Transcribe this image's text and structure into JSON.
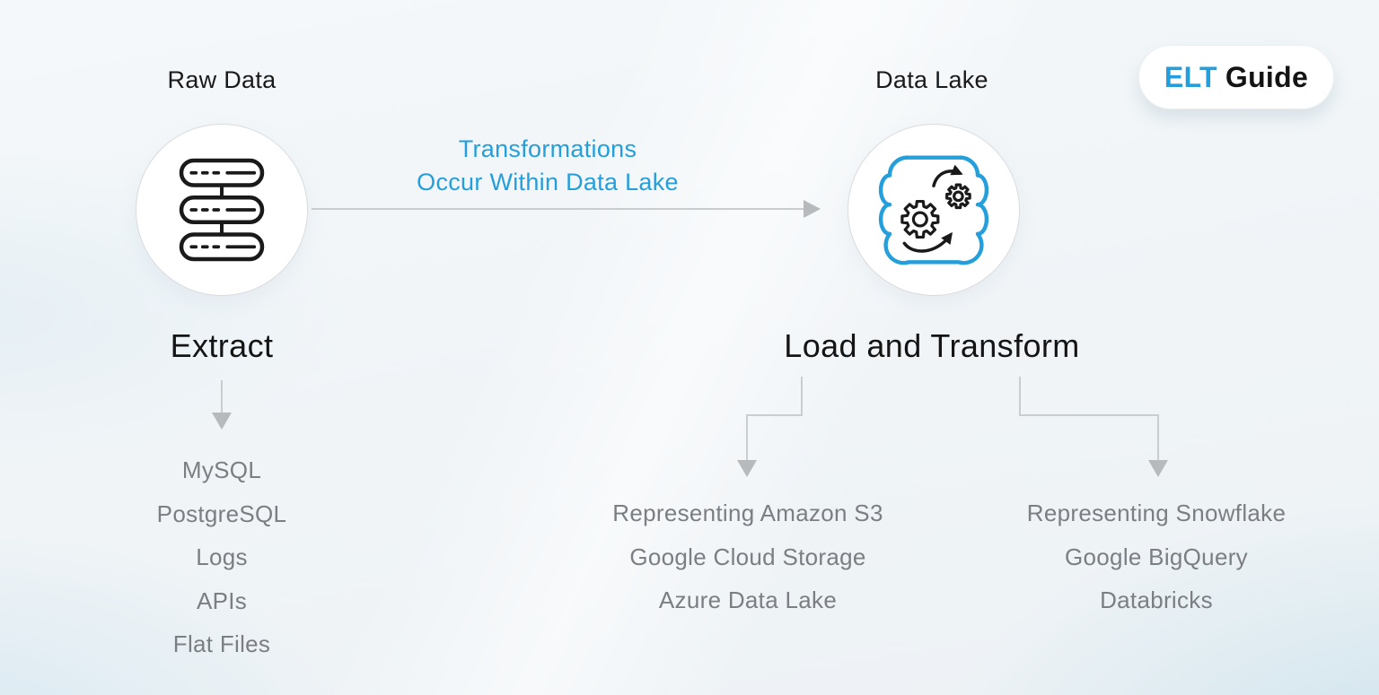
{
  "badge": {
    "highlight": "ELT",
    "text": "Guide"
  },
  "nodes": {
    "raw_data": {
      "label": "Raw Data",
      "icon": "database-stack-icon"
    },
    "data_lake": {
      "label": "Data Lake",
      "icon": "data-lake-transform-icon"
    }
  },
  "flow_arrow": {
    "caption": [
      "Transformations",
      "Occur Within Data Lake"
    ]
  },
  "columns": {
    "extract": {
      "title": "Extract",
      "items": [
        "MySQL",
        "PostgreSQL",
        "Logs",
        "APIs",
        "Flat Files"
      ]
    },
    "load_and_transform": {
      "title": "Load and Transform",
      "data_lake_examples": [
        "Representing Amazon S3",
        "Google Cloud Storage",
        "Azure Data Lake"
      ],
      "warehouse_examples": [
        "Representing Snowflake",
        "Google BigQuery",
        "Databricks"
      ]
    }
  },
  "colors": {
    "accent_blue": "#249FDB",
    "heading_text": "#141414",
    "muted_text": "#7B7E82",
    "arrow_gray": "#C9CDCE"
  }
}
